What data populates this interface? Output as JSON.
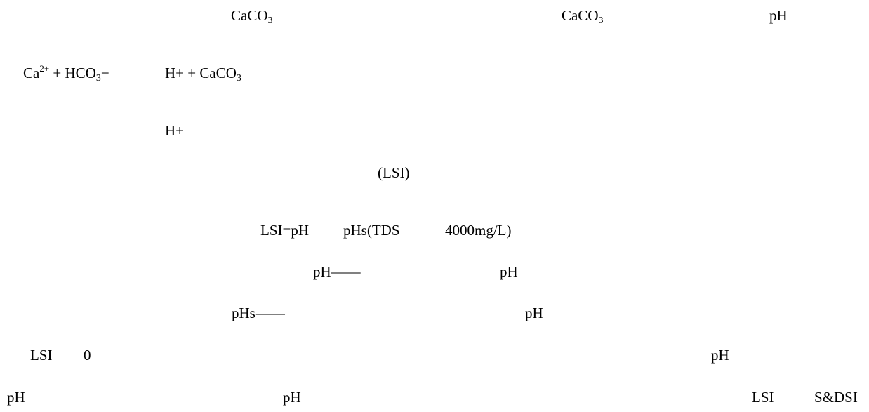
{
  "line1": {
    "formula_a": "CaCO",
    "formula_a_sub": "3",
    "formula_b": "CaCO",
    "formula_b_sub": "3",
    "ph": "pH"
  },
  "line2": {
    "ca": "Ca",
    "ca_sup": "2+",
    "plus_hco": " + HCO",
    "hco_sub": "3",
    "minus": "−",
    "h": "H",
    "h_sup": "+",
    "plus_caco": " + CaCO",
    "caco_sub": "3"
  },
  "line3": {
    "h": "H",
    "h_sup": "+"
  },
  "line4": {
    "lsi": "(LSI)"
  },
  "line5": {
    "formula_left": "LSI=pH",
    "formula_right": "pHs(TDS",
    "limit": "4000mg/L)"
  },
  "line6": {
    "ph_dash": "pH——",
    "ph": "pH"
  },
  "line7": {
    "phs_dash": "pHs——",
    "ph": "pH"
  },
  "line8": {
    "lsi": "LSI",
    "zero": "0",
    "ph": "pH"
  },
  "line9": {
    "ph_left": "pH",
    "ph_mid": "pH",
    "lsi": "LSI",
    "sdsi": "S&DSI"
  }
}
